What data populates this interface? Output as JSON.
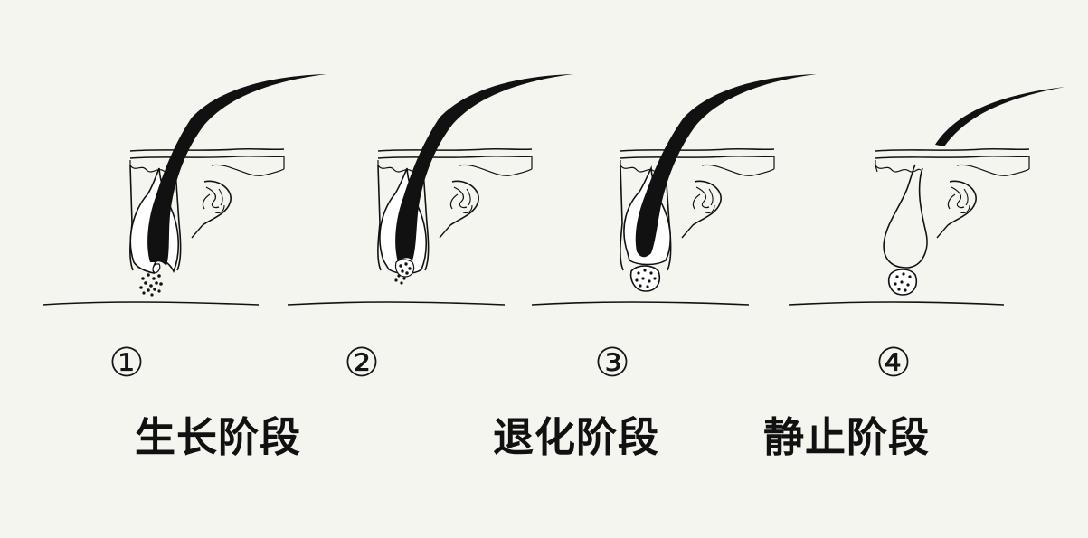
{
  "stages": [
    {
      "number": "①"
    },
    {
      "number": "②"
    },
    {
      "number": "③"
    },
    {
      "number": "④"
    }
  ],
  "phases": [
    {
      "label": "生长阶段"
    },
    {
      "label": "退化阶段"
    },
    {
      "label": "静止阶段"
    }
  ],
  "colors": {
    "background": "#f4f5ef",
    "ink": "#111111",
    "bulb_fill": "#ffffff"
  }
}
